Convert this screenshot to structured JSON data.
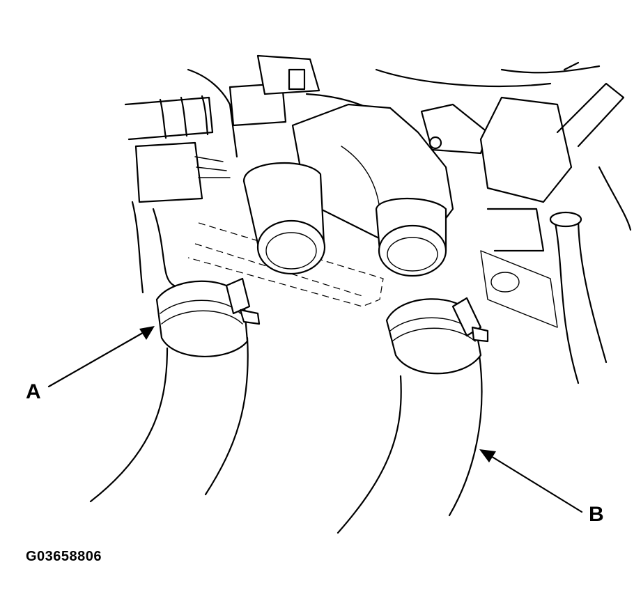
{
  "callouts": {
    "a": "A",
    "b": "B"
  },
  "figure_code": "G03658806",
  "colors": {
    "line": "#000000",
    "background": "#ffffff"
  }
}
